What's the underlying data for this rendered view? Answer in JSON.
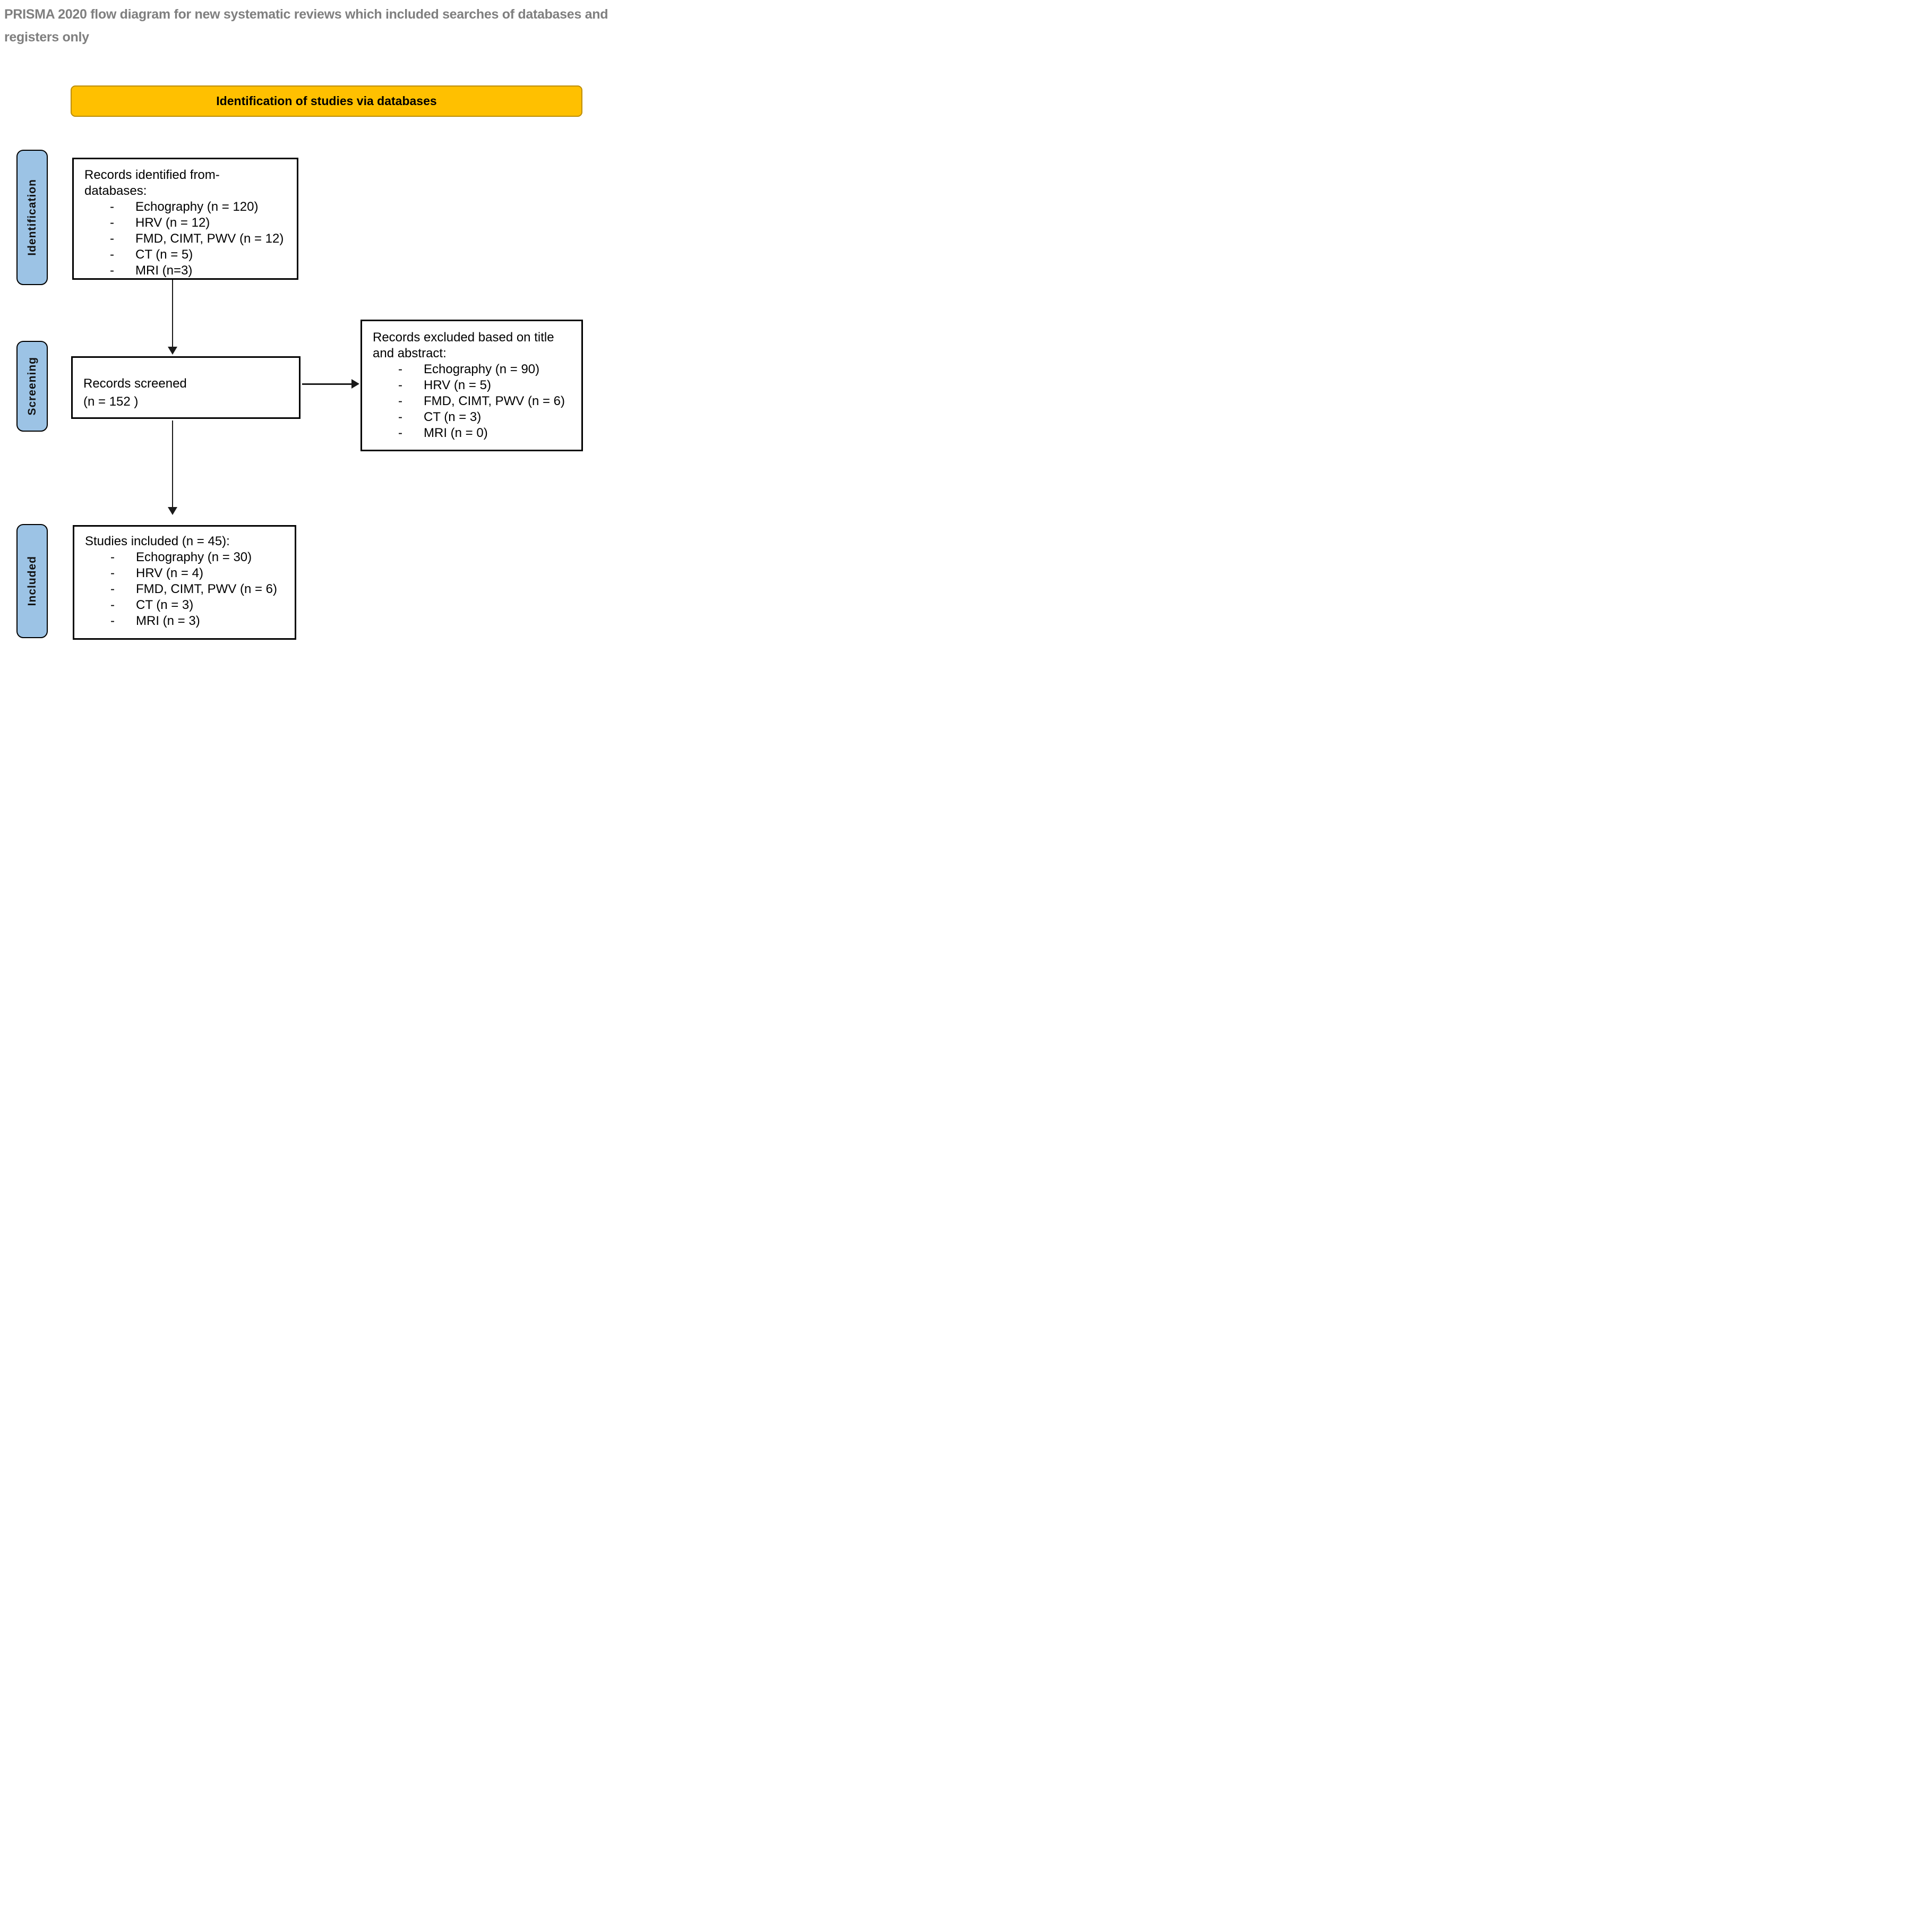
{
  "title": "PRISMA 2020 flow diagram for new systematic reviews which included searches of databases and registers only",
  "banner": {
    "label": "Identification of studies via databases"
  },
  "stages": {
    "identification": "Identification",
    "screening": "Screening",
    "included": "Included"
  },
  "bullet_char": "-",
  "boxes": {
    "records_identified": {
      "title_lines": [
        "Records identified from-",
        "databases:"
      ],
      "items": [
        "Echography (n = 120)",
        "HRV (n = 12)",
        "FMD, CIMT, PWV (n = 12)",
        "CT (n = 5)",
        "MRI (n=3)"
      ]
    },
    "records_screened": {
      "lines": [
        "Records screened",
        "(n = 152 )"
      ]
    },
    "records_excluded": {
      "title_lines": [
        "Records excluded based on title",
        "and abstract:"
      ],
      "items": [
        "Echography (n = 90)",
        "HRV (n = 5)",
        "FMD, CIMT, PWV (n = 6)",
        "CT (n = 3)",
        "MRI (n = 0)"
      ]
    },
    "studies_included": {
      "title_lines": [
        "Studies included (n = 45):"
      ],
      "items": [
        "Echography (n = 30)",
        "HRV (n = 4)",
        "FMD, CIMT, PWV (n = 6)",
        "CT (n = 3)",
        "MRI (n = 3)"
      ]
    }
  },
  "colors": {
    "banner_fill": "#FFC000",
    "banner_border": "#BD8D00",
    "banner_text": "#000000",
    "stage_fill": "#9CC3E5",
    "stage_border": "#000000",
    "box_border": "#000000",
    "arrow": "#1A1A1A",
    "title_color": "#7F7F7F"
  }
}
